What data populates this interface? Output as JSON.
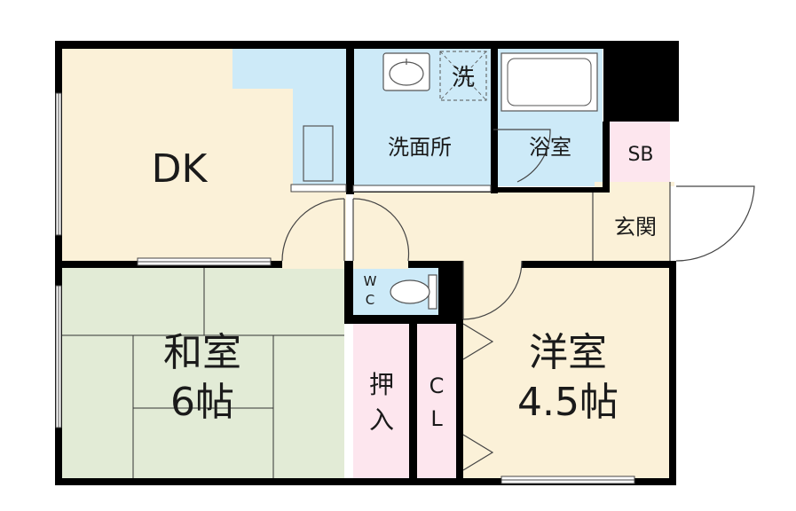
{
  "rooms": {
    "dk": {
      "label": "DK"
    },
    "washroom": {
      "label": "洗面所"
    },
    "washer": {
      "label": "洗"
    },
    "bathroom": {
      "label": "浴室"
    },
    "shoe_box": {
      "label": "SB"
    },
    "entrance": {
      "label": "玄関"
    },
    "toilet": {
      "label_line1": "W",
      "label_line2": "C"
    },
    "japanese_room": {
      "label_line1": "和室",
      "label_line2": "6帖"
    },
    "oshiire": {
      "label_line1": "押",
      "label_line2": "入"
    },
    "closet": {
      "label_line1": "C",
      "label_line2": "L"
    },
    "western_room": {
      "label_line1": "洋室",
      "label_line2": "4.5帖"
    }
  },
  "colors": {
    "wall": "#000000",
    "dk_floor": "#fbf1d8",
    "western_floor": "#fbf1d8",
    "tatami": "#e2ebd6",
    "water_area": "#cdeaf8",
    "storage": "#fde6ee",
    "corridor": "#fbf1d8"
  }
}
